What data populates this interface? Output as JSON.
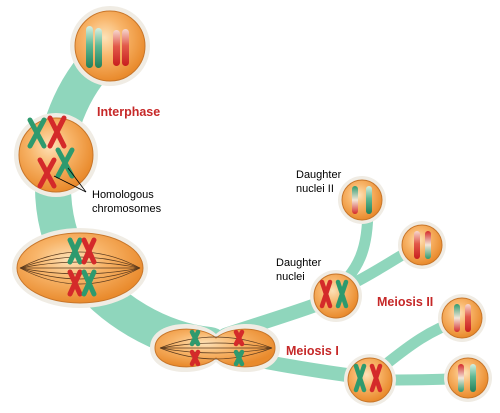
{
  "labels": {
    "interphase": "Interphase",
    "meiosis_1": "Meiosis I",
    "meiosis_2": "Meiosis II",
    "homologous_line1": "Homologous",
    "homologous_line2": "chromosomes",
    "daughter_nuclei_1_line1": "Daughter",
    "daughter_nuclei_1_line2": "nuclei",
    "daughter_nuclei_2_line1": "Daughter",
    "daughter_nuclei_2_line2": "nuclei II"
  },
  "colors": {
    "pathway": "#8fd6bc",
    "pathway_edge": "#6fc2a6",
    "cell_fill": "#f5a24a",
    "cell_edge": "#c8762a",
    "cell_highlight": "#fde2b8",
    "membrane": "#f0ece4",
    "chromosome_red": "#d42a2a",
    "chromosome_green": "#2e9a6e",
    "spindle": "#5a3a1e",
    "label_red": "#c62828",
    "label_black": "#000000"
  }
}
